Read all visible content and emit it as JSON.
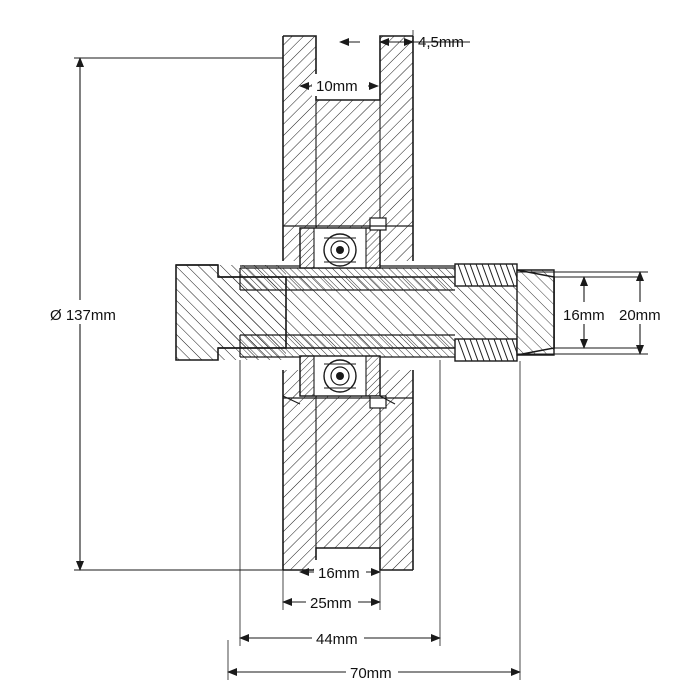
{
  "drawing": {
    "title": "Technical cross-section drawing of a pulley / bearing assembly",
    "background_color": "#ffffff",
    "line_color": "#1a1a1a",
    "hatch_color": "#1a1a1a",
    "dimension_labels": {
      "top_right": "4,5mm",
      "top_slot": "10mm",
      "left_diameter": "Ø 137mm",
      "right_inner": "16mm",
      "right_outer": "20mm",
      "bottom_slot": "16mm",
      "bottom_25": "25mm",
      "bottom_44": "44mm",
      "bottom_70": "70mm"
    }
  }
}
